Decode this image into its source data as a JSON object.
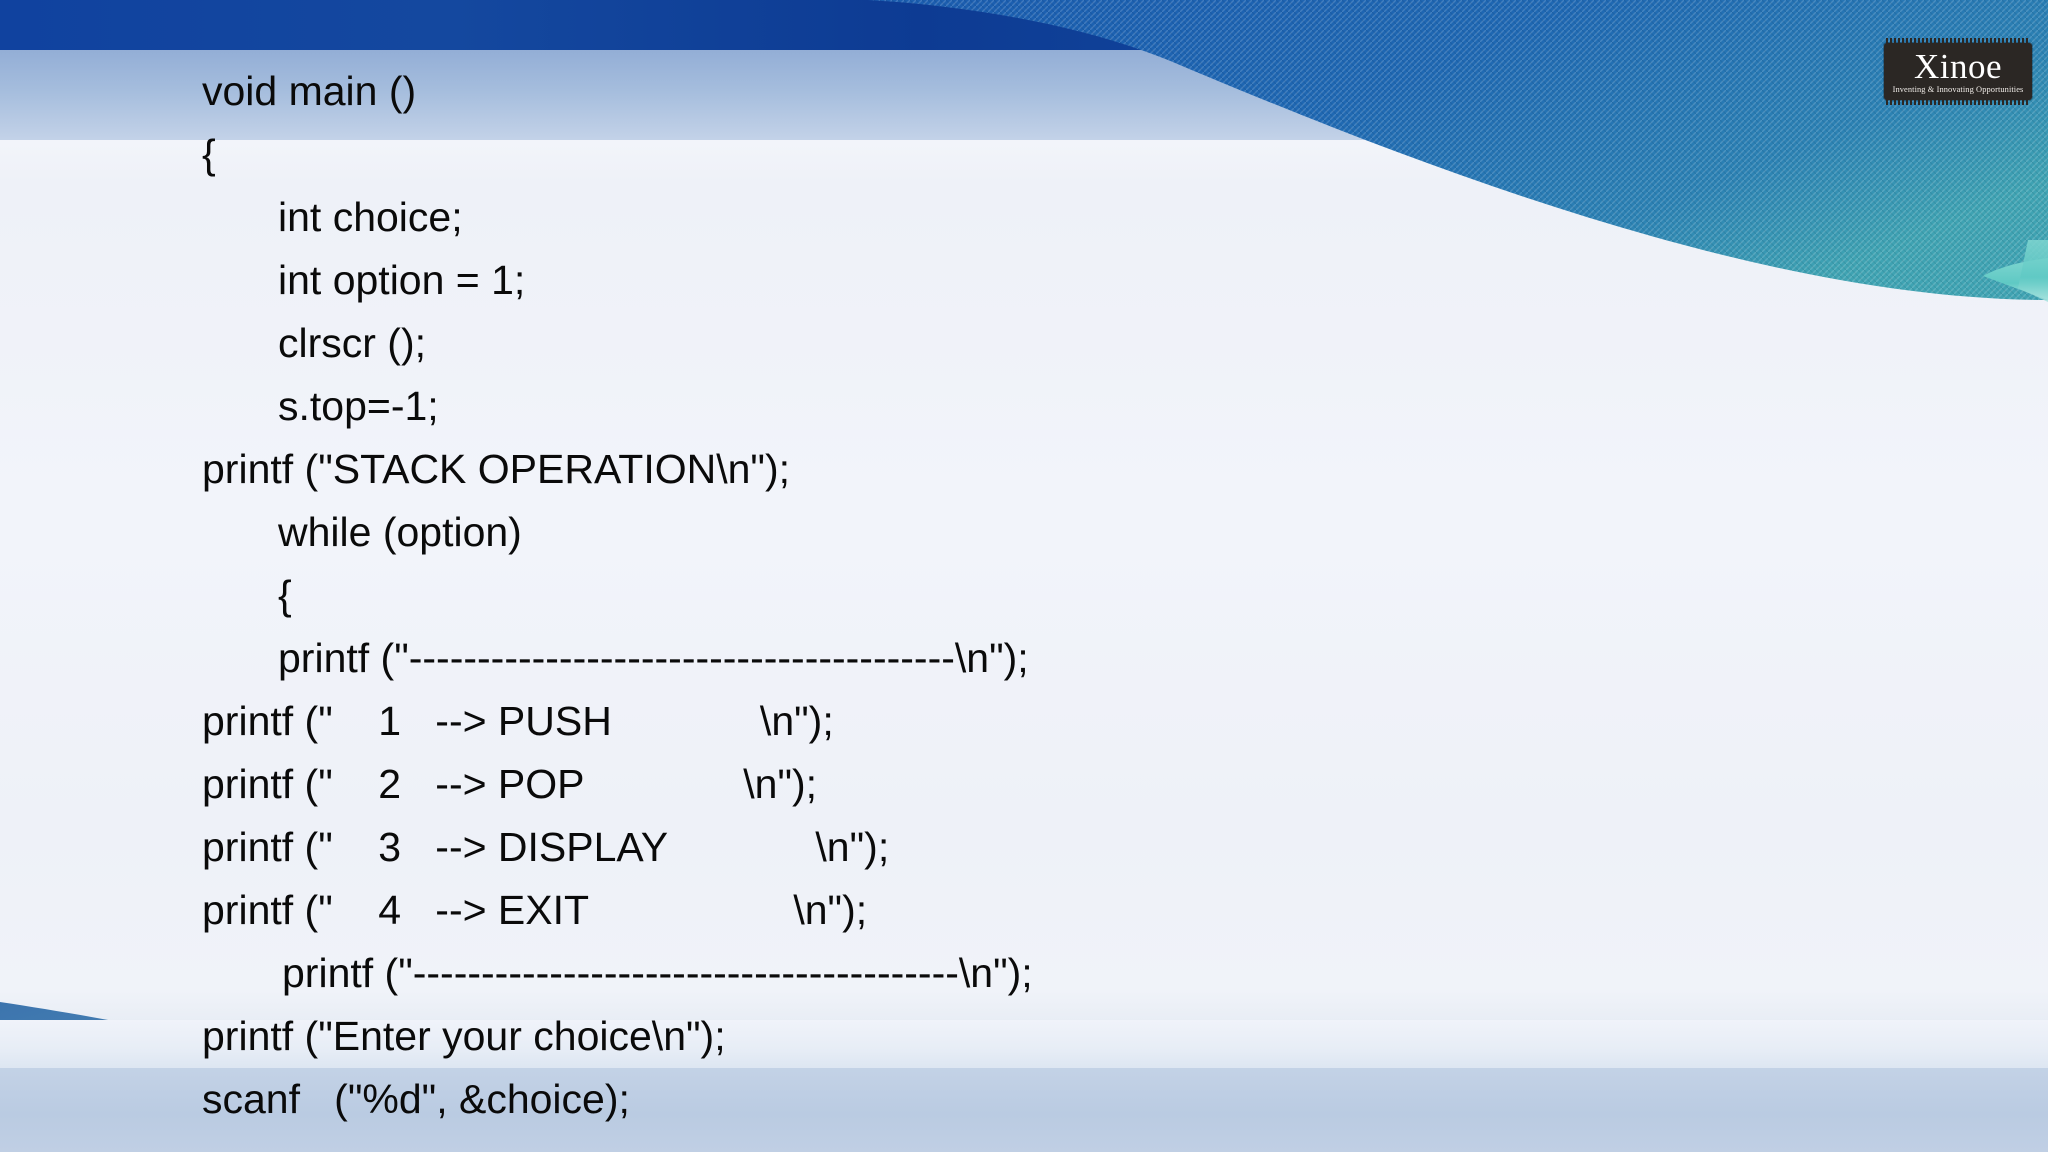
{
  "slide": {
    "brand": {
      "name": "Xinoe",
      "tagline": "Inventing & Innovating Opportunities"
    },
    "colors": {
      "deep_blue": "#10429f",
      "swoosh_blue": "#1f66ad",
      "teal_edge": "#5fc9c4",
      "page_bg": "#eef1f8",
      "text": "#0a0a0a"
    },
    "code_lines": [
      {
        "text": "void main ()",
        "indent": 0
      },
      {
        "text": "{",
        "indent": 0
      },
      {
        "text": "int choice;",
        "indent": 1
      },
      {
        "text": "int option = 1;",
        "indent": 1
      },
      {
        "text": "clrscr ();",
        "indent": 1
      },
      {
        "text": "s.top=-1;",
        "indent": 1
      },
      {
        "text": "printf (\"STACK OPERATION\\n\");",
        "indent": 0
      },
      {
        "text": "while (option)",
        "indent": 1
      },
      {
        "text": "{",
        "indent": 1
      },
      {
        "text": "printf (\"----------------------------------------\\n\");",
        "indent": 1
      },
      {
        "text": "printf (\"    1   --> PUSH             \\n\");",
        "indent": 0
      },
      {
        "text": "printf (\"    2   --> POP              \\n\");",
        "indent": 0
      },
      {
        "text": "printf (\"    3   --> DISPLAY             \\n\");",
        "indent": 0
      },
      {
        "text": "printf (\"    4   --> EXIT                  \\n\");",
        "indent": 0
      },
      {
        "text": "printf (\"----------------------------------------\\n\");",
        "indent": 2
      },
      {
        "text": "printf (\"Enter your choice\\n\");",
        "indent": 0
      },
      {
        "text": "scanf   (\"%d\", &choice);",
        "indent": 0
      }
    ]
  }
}
